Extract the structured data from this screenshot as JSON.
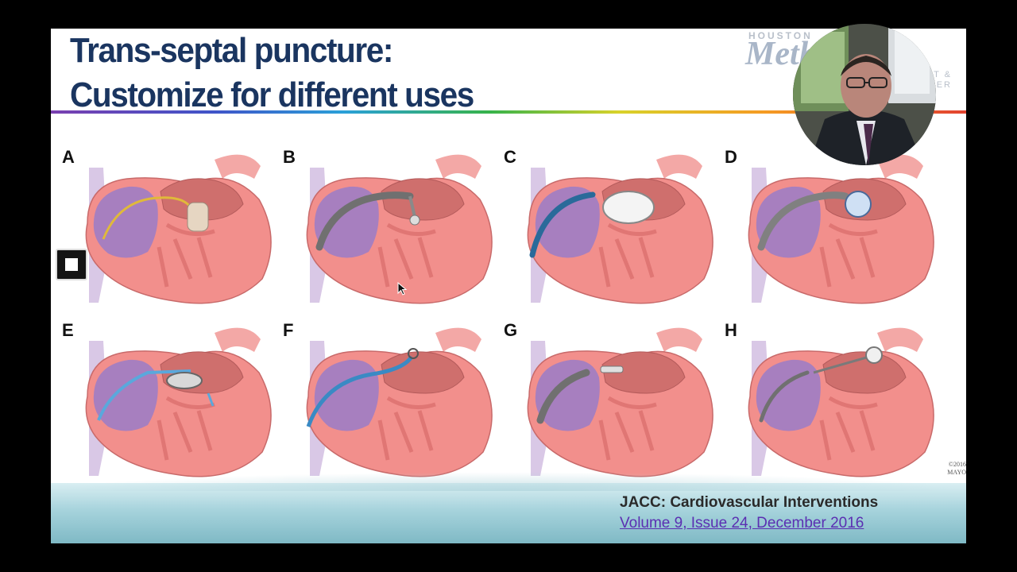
{
  "slide": {
    "title_line1": "Trans-septal puncture:",
    "title_line2": "Customize for different uses",
    "logo": {
      "top": "HOUSTON",
      "main": "Methodist",
      "sub1": "HEART &",
      "sub2": "VASCULAR CENTER"
    },
    "copyright": {
      "line1": "©2016",
      "line2": "MAYO"
    },
    "panels": [
      {
        "letter": "A",
        "device": "tan-clip"
      },
      {
        "letter": "B",
        "device": "gray-catheter-clip"
      },
      {
        "letter": "C",
        "device": "white-ring"
      },
      {
        "letter": "D",
        "device": "blue-mesh"
      },
      {
        "letter": "E",
        "device": "blue-ring-device"
      },
      {
        "letter": "F",
        "device": "blue-catheter-loop"
      },
      {
        "letter": "G",
        "device": "gray-stent"
      },
      {
        "letter": "H",
        "device": "appendage-occluder"
      }
    ],
    "footer": {
      "journal": "JACC: Cardiovascular Interventions",
      "volume": "Volume 9, Issue 24, December 2016"
    }
  },
  "colors": {
    "title": "#1a3560",
    "link": "#5b2fb2",
    "background": "#000000",
    "heart_muscle": "#f28f8c",
    "atrium": "#9a7cc8"
  },
  "icons": {
    "stop": "stop-icon",
    "cursor": "cursor-arrow-icon"
  }
}
